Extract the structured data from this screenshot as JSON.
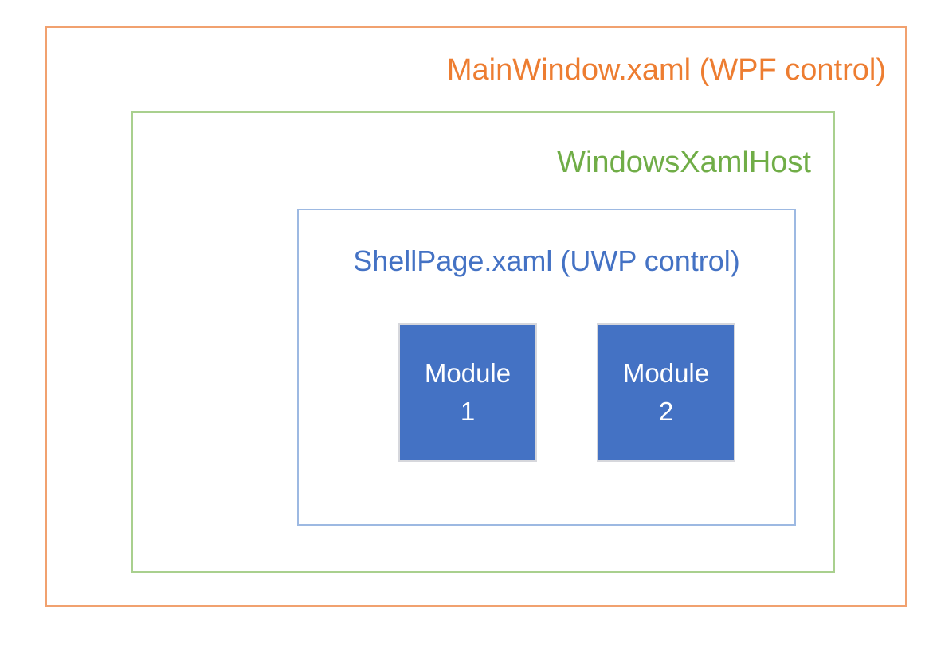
{
  "diagram": {
    "main_window": {
      "label": "MainWindow.xaml (WPF control)",
      "text_color": "#ED7D31",
      "border_color": "#F1A16F"
    },
    "xaml_host": {
      "label": "WindowsXamlHost",
      "text_color": "#70AD47",
      "border_color": "#A9D08E"
    },
    "shell_page": {
      "label": "ShellPage.xaml (UWP control)",
      "text_color": "#4472C4",
      "border_color": "#9DB9E2"
    },
    "modules": [
      {
        "name": "Module",
        "number": "1",
        "fill_color": "#4472C4",
        "text_color": "#FFFFFF"
      },
      {
        "name": "Module",
        "number": "2",
        "fill_color": "#4472C4",
        "text_color": "#FFFFFF"
      }
    ]
  }
}
